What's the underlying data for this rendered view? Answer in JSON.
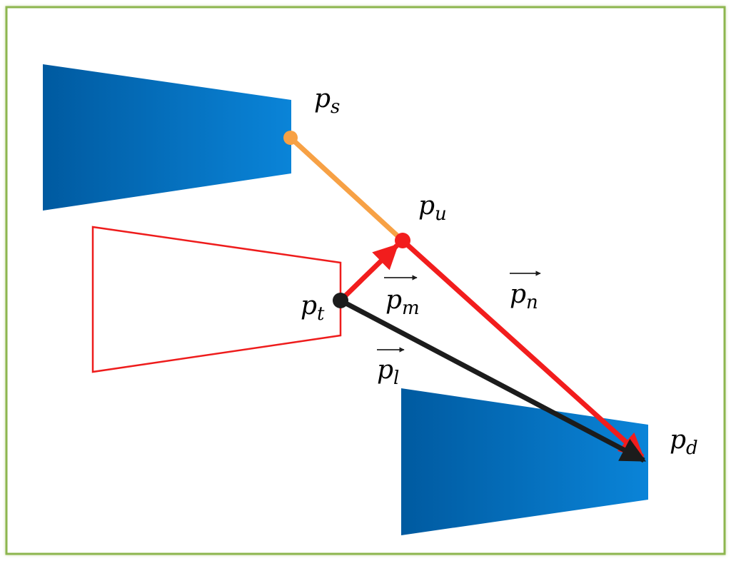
{
  "colors": {
    "frame": "#8db650",
    "block_dark": "#005aa0",
    "block_light": "#0a84d8",
    "target_outline": "#ee1c1c",
    "orange_link": "#f7a145",
    "red_vector": "#f21d1d",
    "black_vector": "#1c1c1c",
    "pt_dot": "#1c1c1c",
    "pu_dot": "#f21d1d",
    "ps_dot": "#f7a145"
  },
  "labels": {
    "ps": {
      "main": "p",
      "sub": "s"
    },
    "pu": {
      "main": "p",
      "sub": "u"
    },
    "pt": {
      "main": "p",
      "sub": "t"
    },
    "pd": {
      "main": "p",
      "sub": "d"
    },
    "pm": {
      "main": "p",
      "sub": "m"
    },
    "pn": {
      "main": "p",
      "sub": "n"
    },
    "pl": {
      "main": "p",
      "sub": "l"
    }
  }
}
